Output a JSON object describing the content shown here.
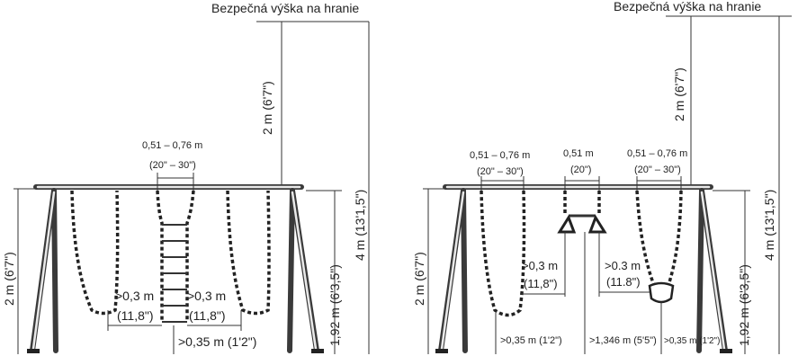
{
  "left": {
    "safety_height_label": "Bezpečná výška na hranie",
    "clearance_height": "2 m (6'7\")",
    "total_height": "4 m (13'1,5\")",
    "beam_height": "1,92 m (6'3,5\")",
    "side_height": "2 m (6'7\")",
    "ladder_width_top": "0,51 – 0,76 m",
    "ladder_width_bottom": "(20\" – 30\")",
    "gap_left_top": ">0,3 m",
    "gap_left_bottom": "(11,8\")",
    "gap_right_top": ">0,3 m",
    "gap_right_bottom": "(11,8\")",
    "ground_clearance": ">0,35 m (1'2\")"
  },
  "right": {
    "safety_height_label": "Bezpečná výška na hranie",
    "clearance_height": "2 m (6'7\")",
    "total_height": "4 m (13'1,5\")",
    "beam_height": "1,92 m (6'3,5\")",
    "side_height": "2 m (6'7\")",
    "swing1_width_top": "0,51 – 0,76 m",
    "swing1_width_bottom": "(20\" – 30\")",
    "trapeze_width_top": "0,51 m",
    "trapeze_width_bottom": "(20\")",
    "swing2_width_top": "0,51 – 0,76 m",
    "swing2_width_bottom": "(20\" – 30\")",
    "gap1_top": ">0,3 m",
    "gap1_bottom": "(11,8\")",
    "gap2_top": ">0.3 m",
    "gap2_bottom": "(11.8\")",
    "seat_clearance": ">0,35 m (1'2\")",
    "trapeze_clearance": ">1,346 m (5'5\")",
    "baby_seat_clearance": ">0,35 m (1'2\")"
  }
}
